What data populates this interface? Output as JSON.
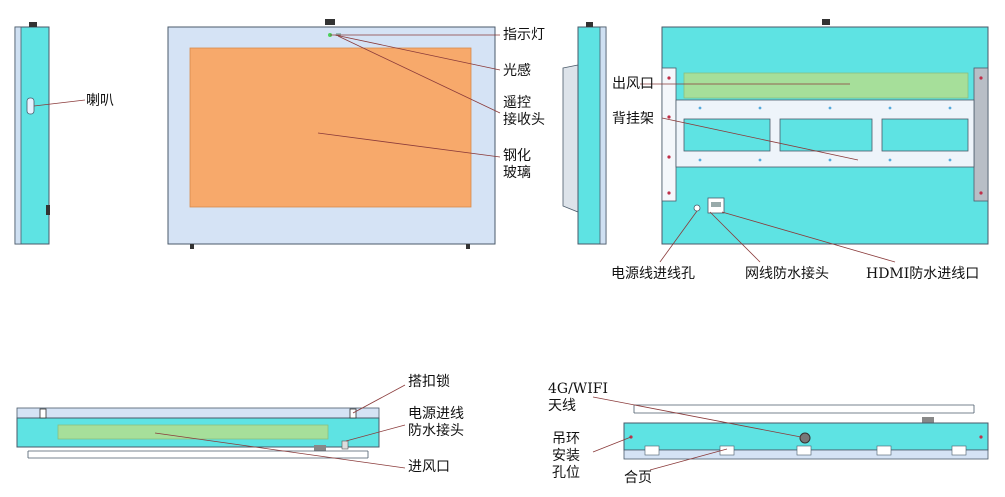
{
  "labels": {
    "indicator": "指示灯",
    "light_sensor": "光感",
    "remote_1": "遥控",
    "remote_2": "接收头",
    "glass_1": "钢化",
    "glass_2": "玻璃",
    "speaker": "喇叭",
    "air_outlet": "出风口",
    "wall_bracket": "背挂架",
    "power_hole": "电源线进线孔",
    "network": "网线防水接头",
    "hdmi": "HDMI防水进线口",
    "latch": "搭扣锁",
    "power_seal_1": "电源进线",
    "power_seal_2": "防水接头",
    "air_inlet": "进风口",
    "antenna_1": "4G/WIFI",
    "antenna_2": "天线",
    "lift_ring_1": "吊环",
    "lift_ring_2": "安装",
    "lift_ring_3": "孔位",
    "hinge": "合页"
  },
  "colors": {
    "cyan": "#5ee3e3",
    "frame": "#d5e3f5",
    "glass": "#f7a96b",
    "outline": "#4a5a6a",
    "leader": "#8a3a3a"
  }
}
